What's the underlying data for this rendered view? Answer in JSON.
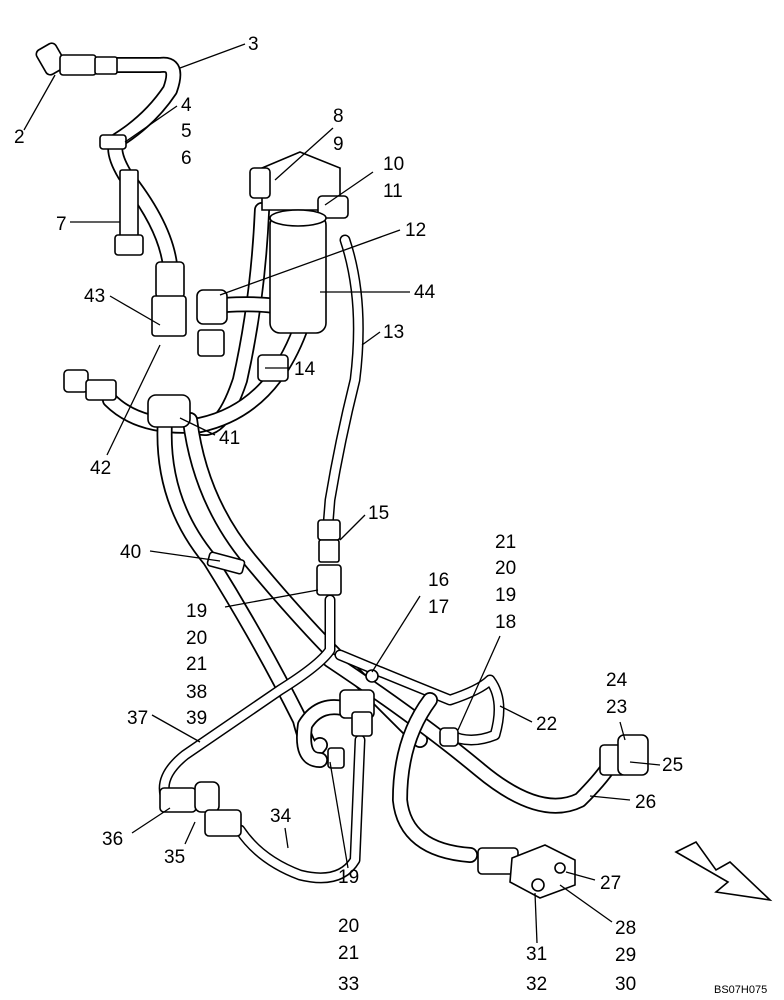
{
  "diagram": {
    "code": "BS07H075",
    "labels": [
      {
        "id": "l2",
        "text": "2"
      },
      {
        "id": "l3",
        "text": "3"
      },
      {
        "id": "l4",
        "text": "4"
      },
      {
        "id": "l5",
        "text": "5"
      },
      {
        "id": "l6",
        "text": "6"
      },
      {
        "id": "l7",
        "text": "7"
      },
      {
        "id": "l8",
        "text": "8"
      },
      {
        "id": "l9",
        "text": "9"
      },
      {
        "id": "l10",
        "text": "10"
      },
      {
        "id": "l11",
        "text": "11"
      },
      {
        "id": "l12",
        "text": "12"
      },
      {
        "id": "l13",
        "text": "13"
      },
      {
        "id": "l14",
        "text": "14"
      },
      {
        "id": "l15",
        "text": "15"
      },
      {
        "id": "l16",
        "text": "16"
      },
      {
        "id": "l17",
        "text": "17"
      },
      {
        "id": "l18",
        "text": "18"
      },
      {
        "id": "l19a",
        "text": "19"
      },
      {
        "id": "l20a",
        "text": "20"
      },
      {
        "id": "l21a",
        "text": "21"
      },
      {
        "id": "l19b",
        "text": "19"
      },
      {
        "id": "l20b",
        "text": "20"
      },
      {
        "id": "l21b",
        "text": "21"
      },
      {
        "id": "l38",
        "text": "38"
      },
      {
        "id": "l39",
        "text": "39"
      },
      {
        "id": "l19c",
        "text": "19"
      },
      {
        "id": "l20c",
        "text": "20"
      },
      {
        "id": "l21c",
        "text": "21"
      },
      {
        "id": "l33",
        "text": "33"
      },
      {
        "id": "l22",
        "text": "22"
      },
      {
        "id": "l23",
        "text": "23"
      },
      {
        "id": "l24",
        "text": "24"
      },
      {
        "id": "l25",
        "text": "25"
      },
      {
        "id": "l26",
        "text": "26"
      },
      {
        "id": "l27",
        "text": "27"
      },
      {
        "id": "l28",
        "text": "28"
      },
      {
        "id": "l29",
        "text": "29"
      },
      {
        "id": "l30",
        "text": "30"
      },
      {
        "id": "l31",
        "text": "31"
      },
      {
        "id": "l32",
        "text": "32"
      },
      {
        "id": "l34",
        "text": "34"
      },
      {
        "id": "l35",
        "text": "35"
      },
      {
        "id": "l36",
        "text": "36"
      },
      {
        "id": "l37",
        "text": "37"
      },
      {
        "id": "l40",
        "text": "40"
      },
      {
        "id": "l41",
        "text": "41"
      },
      {
        "id": "l42",
        "text": "42"
      },
      {
        "id": "l43",
        "text": "43"
      },
      {
        "id": "l44",
        "text": "44"
      }
    ]
  }
}
